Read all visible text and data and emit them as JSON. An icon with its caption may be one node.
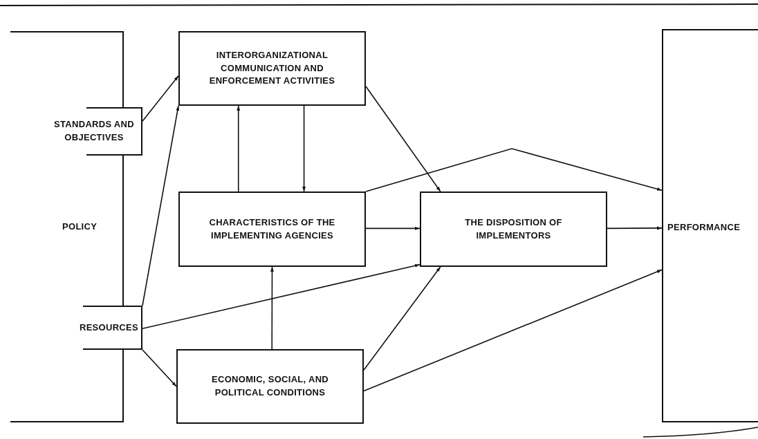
{
  "diagram": {
    "nodes": [
      {
        "text": [
          "POLICY"
        ]
      },
      {
        "text": [
          "STANDARDS AND OBJECTIVES"
        ]
      },
      {
        "text": [
          "RESOURCES"
        ]
      },
      {
        "text": [
          "INTERORGANIZATIONAL COMMUNICATION AND ENFORCEMENT ACTIVITIES"
        ]
      },
      {
        "text": [
          "CHARACTERISTICS OF THE IMPLEMENTING AGENCIES"
        ]
      },
      {
        "text": [
          "THE DISPOSITION OF IMPLEMENTORS"
        ]
      },
      {
        "text": [
          "ECONOMIC, SOCIAL, AND POLITICAL CONDITIONS"
        ]
      },
      {
        "text": [
          "PERFORMANCE"
        ]
      }
    ],
    "edges": [
      {
        "from": 1,
        "to": 3,
        "arrow": "to"
      },
      {
        "from": 2,
        "to": 3,
        "arrow": "to"
      },
      {
        "from": 4,
        "to": 3,
        "arrow": "to"
      },
      {
        "from": 3,
        "to": 4,
        "arrow": "to"
      },
      {
        "from": 3,
        "to": 5,
        "arrow": "to"
      },
      {
        "from": 4,
        "to": 7,
        "arrow": "to"
      },
      {
        "from": 4,
        "to": 5,
        "arrow": "to"
      },
      {
        "from": 5,
        "to": 7,
        "arrow": "to"
      },
      {
        "from": 2,
        "to": 5,
        "arrow": "to"
      },
      {
        "from": 6,
        "to": 4,
        "arrow": "to"
      },
      {
        "from": 2,
        "to": 6,
        "arrow": "to"
      },
      {
        "from": 6,
        "to": 5,
        "arrow": "to"
      },
      {
        "from": 6,
        "to": 7,
        "arrow": "to"
      }
    ]
  }
}
